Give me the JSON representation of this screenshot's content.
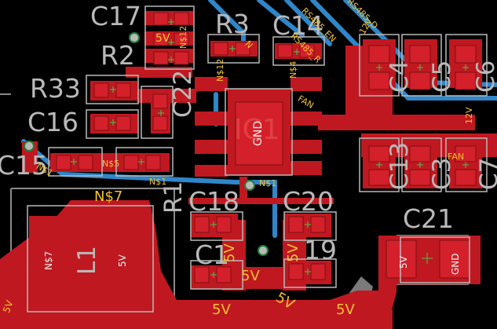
{
  "components": {
    "C17": "C17",
    "R3": "R3",
    "C14": "C14",
    "R2": "R2",
    "R33": "R33",
    "C16": "C16",
    "C15": "C15",
    "C22": "C22",
    "IC1": "IC1",
    "R1": "R1",
    "C18": "C18",
    "C20": "C20",
    "C21": "C21",
    "C19": "19",
    "C1": "C1",
    "L1": "L1",
    "C4": "C4",
    "C5": "C5",
    "C6": "C6",
    "C13": "C13",
    "C3": "C3",
    "C7": "C7"
  },
  "nets": {
    "v5": "5V",
    "v12": "12V",
    "gnd": "GND",
    "n12": "N$12",
    "n5": "N$5",
    "n1": "N$1",
    "n7": "N$7",
    "n2": "N$2",
    "n4": "N$4",
    "fan": "FAN",
    "rs485_en": "RS485_EN",
    "rs485_d": "RS485_D",
    "rs485_r": "RS485_R",
    "n1b": "N$1",
    "ib": "I-IB",
    "mn": "N"
  },
  "colors": {
    "background": "#000000",
    "copper": "#c01820",
    "bottom_trace": "#2f86c9",
    "silkscreen": "#b9b9b9",
    "net_label": "#f1c232"
  }
}
